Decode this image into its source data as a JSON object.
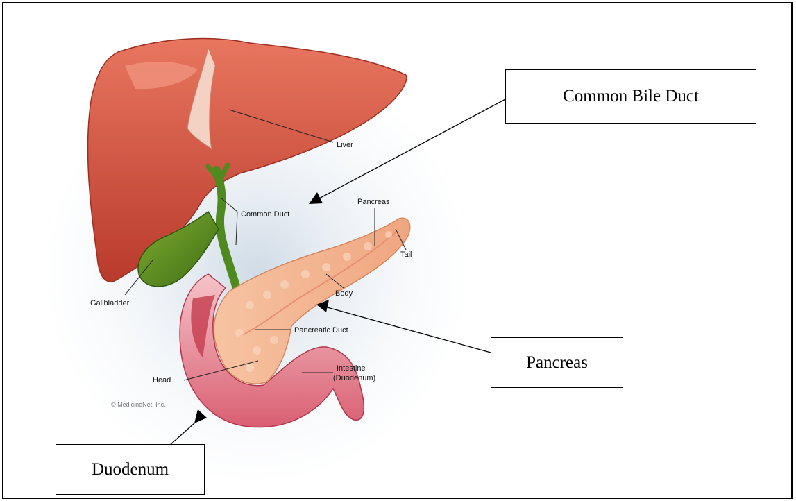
{
  "illustration": {
    "labels": {
      "liver": "Liver",
      "common_duct": "Common Duct",
      "pancreas": "Pancreas",
      "tail": "Tail",
      "body": "Body",
      "gallbladder": "Gallbladder",
      "pancreatic_duct": "Pancreatic Duct",
      "head": "Head",
      "intestine_line1": "Intestine",
      "intestine_line2": "(Duodenum)"
    },
    "copyright": "© MedicineNet, Inc."
  },
  "callouts": {
    "common_bile_duct": "Common Bile Duct",
    "pancreas": "Pancreas",
    "duodenum": "Duodenum"
  }
}
